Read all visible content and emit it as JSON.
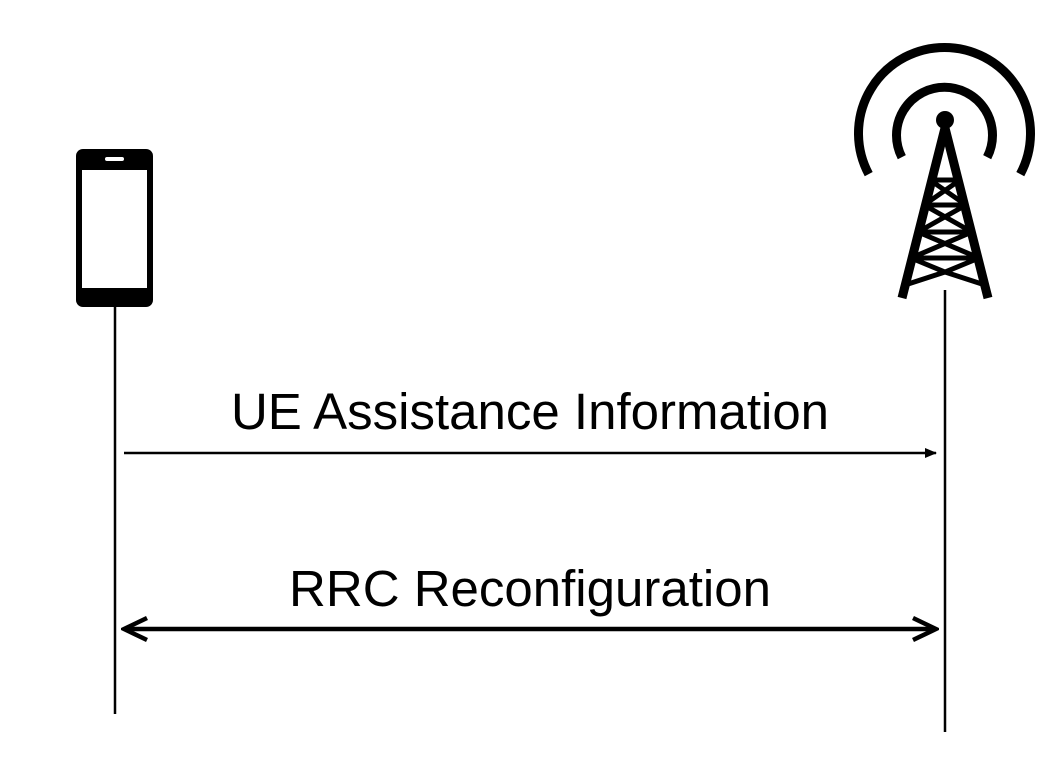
{
  "participants": [
    {
      "role": "ue",
      "icon": "smartphone-icon"
    },
    {
      "role": "base-station",
      "icon": "cell-tower-icon"
    }
  ],
  "messages": [
    {
      "label": "UE Assistance Information",
      "direction": "ue-to-base-station"
    },
    {
      "label": "RRC Reconfiguration",
      "direction": "bidirectional"
    }
  ],
  "colors": {
    "stroke": "#000000",
    "background": "#ffffff"
  }
}
